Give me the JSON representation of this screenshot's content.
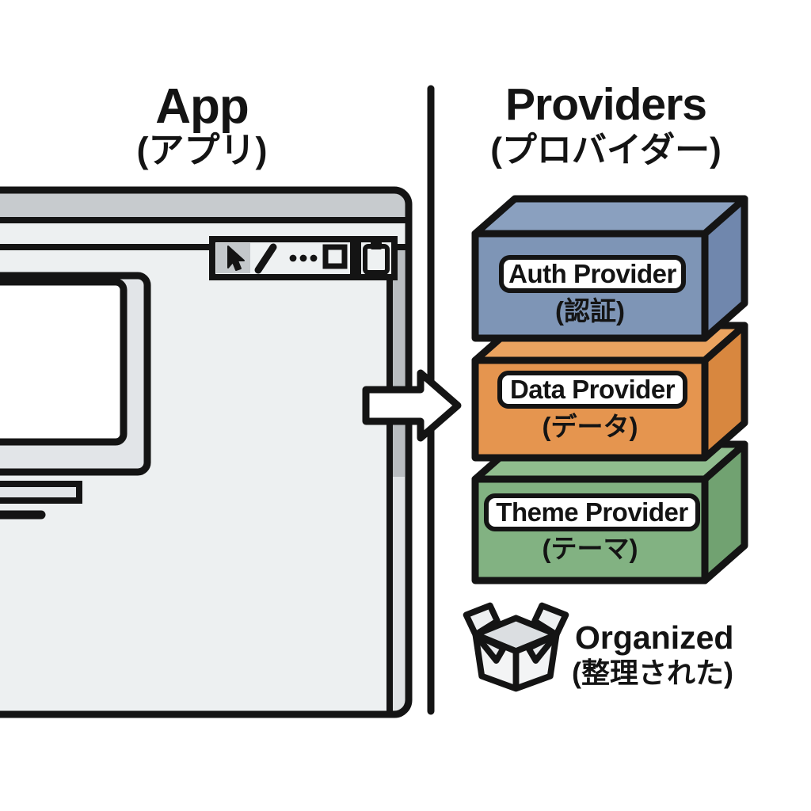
{
  "app": {
    "title": "App",
    "subtitle": "(アプリ)"
  },
  "providers_header": {
    "title": "Providers",
    "subtitle": "(プロバイダー)"
  },
  "providers": [
    {
      "label": "Auth Provider",
      "jp": "(認証)",
      "colors": {
        "front": "#7e95b6",
        "top": "#8aa0bf",
        "side": "#7087ad"
      }
    },
    {
      "label": "Data Provider",
      "jp": "(データ)",
      "colors": {
        "front": "#e5954f",
        "top": "#eaa35f",
        "side": "#d8873f"
      }
    },
    {
      "label": "Theme Provider",
      "jp": "(テーマ)",
      "colors": {
        "front": "#82b282",
        "top": "#90bd8e",
        "side": "#71a271"
      }
    }
  ],
  "organized": {
    "label": "Organized",
    "jp": "(整理された)"
  },
  "window_mockup": {
    "toolbar_icons": [
      "cursor-icon",
      "pen-icon",
      "ellipsis-icon",
      "square-icon",
      "clipboard-icon"
    ],
    "colors": {
      "titlebar": "#c7cbce",
      "content": "#edf0f1",
      "panel": "#e2e5e8",
      "scroll_thumb": "#b9bdc0",
      "scroll_track": "#e0e3e5",
      "outline": "#141414"
    }
  }
}
